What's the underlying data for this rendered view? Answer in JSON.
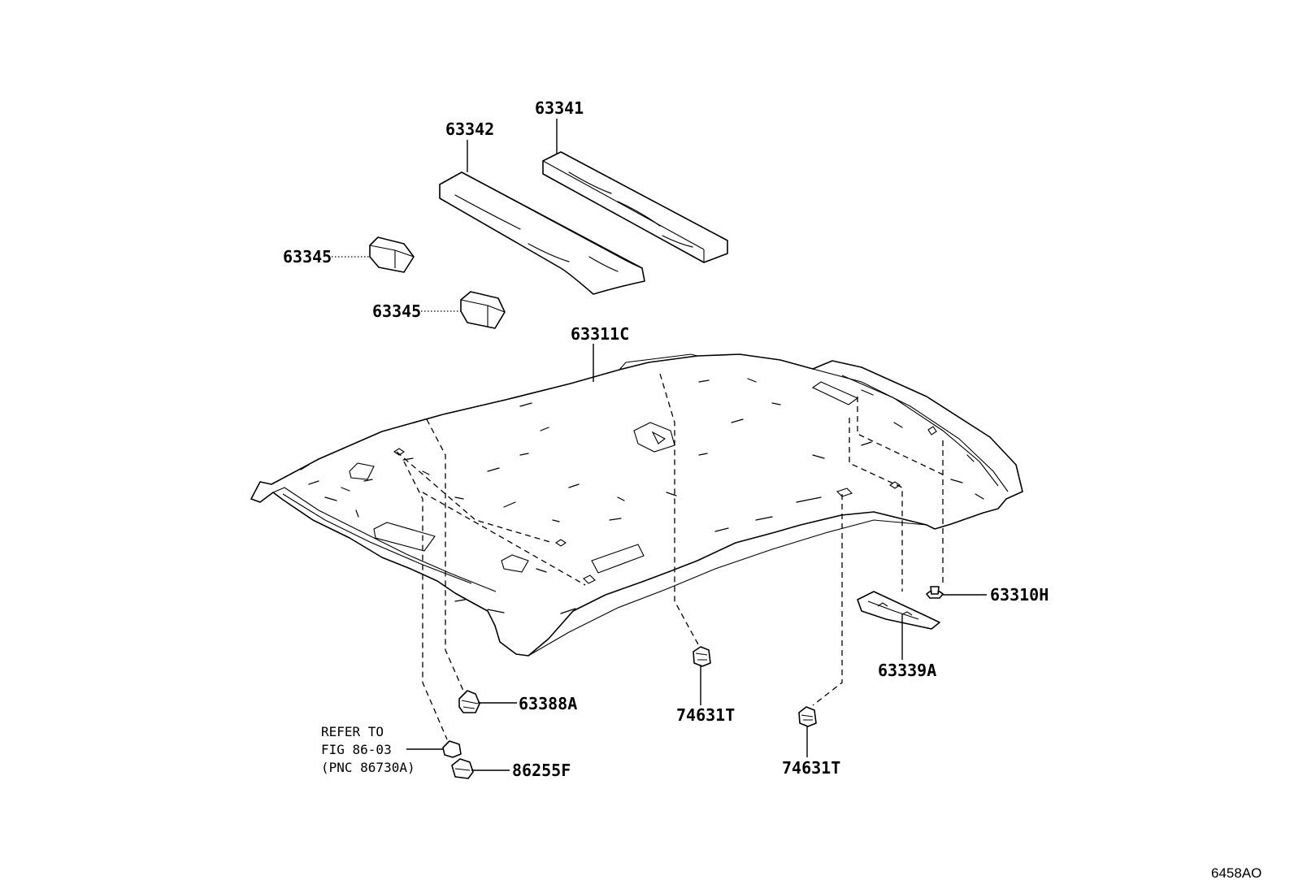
{
  "parts": {
    "p63342": "63342",
    "p63341": "63341",
    "p63345_upper": "63345",
    "p63345_lower": "63345",
    "p63311C": "63311C",
    "p63310H": "63310H",
    "p63339A": "63339A",
    "p63388A": "63388A",
    "p74631T_center": "74631T",
    "p74631T_right": "74631T",
    "p86255F": "86255F"
  },
  "reference_note": {
    "line1": "REFER TO",
    "line2": "FIG 86-03",
    "line3": "(PNC 86730A)"
  },
  "figure_id": "6458AO"
}
